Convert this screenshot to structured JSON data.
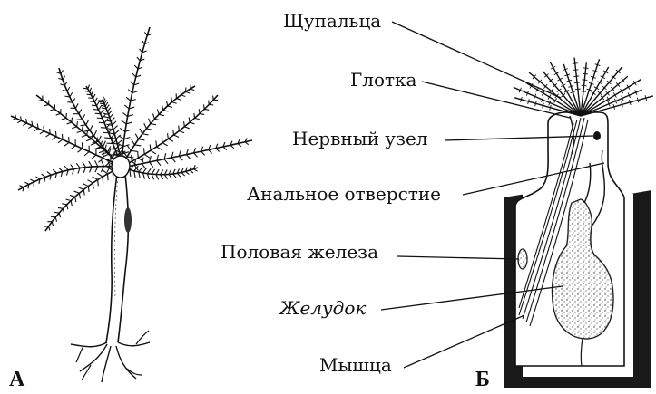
{
  "figure": {
    "panel_a": "А",
    "panel_b": "Б"
  },
  "labels": {
    "tentacles": "Щупальца",
    "pharynx": "Глотка",
    "nerve_ganglion": "Нервный узел",
    "anus": "Анальное отверстие",
    "gonad": "Половая железа",
    "stomach": "Желудок",
    "muscle": "Мышца"
  }
}
